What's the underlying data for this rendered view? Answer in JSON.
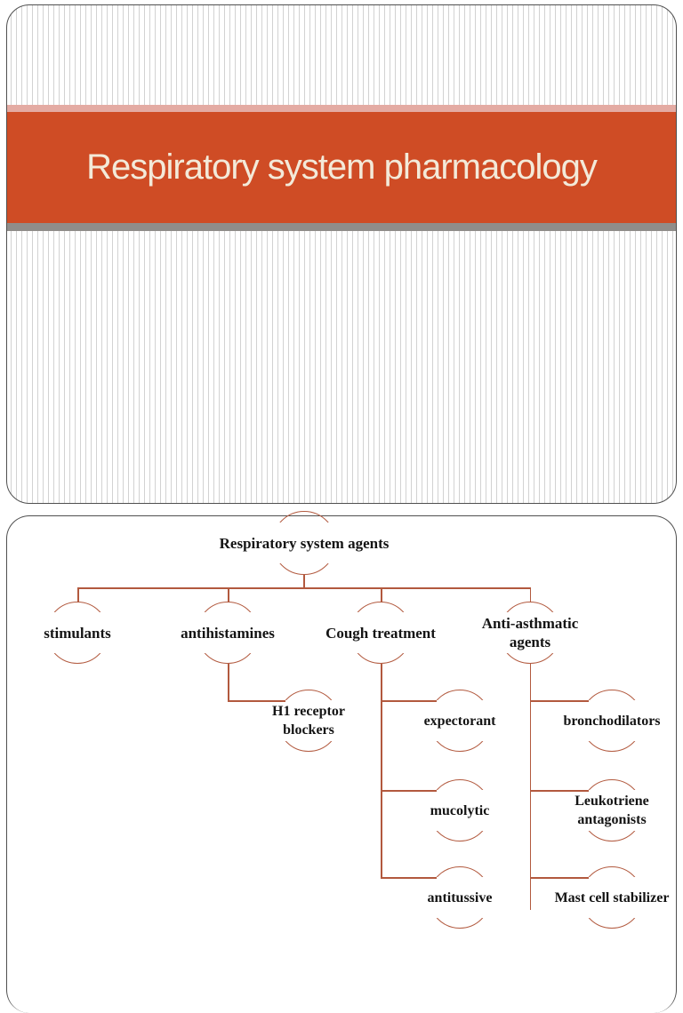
{
  "slide1": {
    "title": "Respiratory system pharmacology"
  },
  "slide2": {
    "diagram": {
      "type": "hierarchy",
      "root": {
        "label": "Respiratory system agents"
      },
      "branches": [
        {
          "label": "stimulants",
          "children": []
        },
        {
          "label": "antihistamines",
          "children": [
            "H1 receptor blockers"
          ]
        },
        {
          "label": "Cough treatment",
          "children": [
            "expectorant",
            "mucolytic",
            "antitussive"
          ]
        },
        {
          "label": "Anti-asthmatic agents",
          "children": [
            "bronchodilators",
            "Leukotriene antagonists",
            "Mast cell stabilizer"
          ]
        }
      ]
    }
  },
  "colors": {
    "banner_orange": "#cf4c25",
    "strip_pink": "#e4aba3",
    "strip_gray": "#908d8a",
    "diagram_line": "#b2593e",
    "title_text": "#f3ead9",
    "node_text": "#141414"
  }
}
